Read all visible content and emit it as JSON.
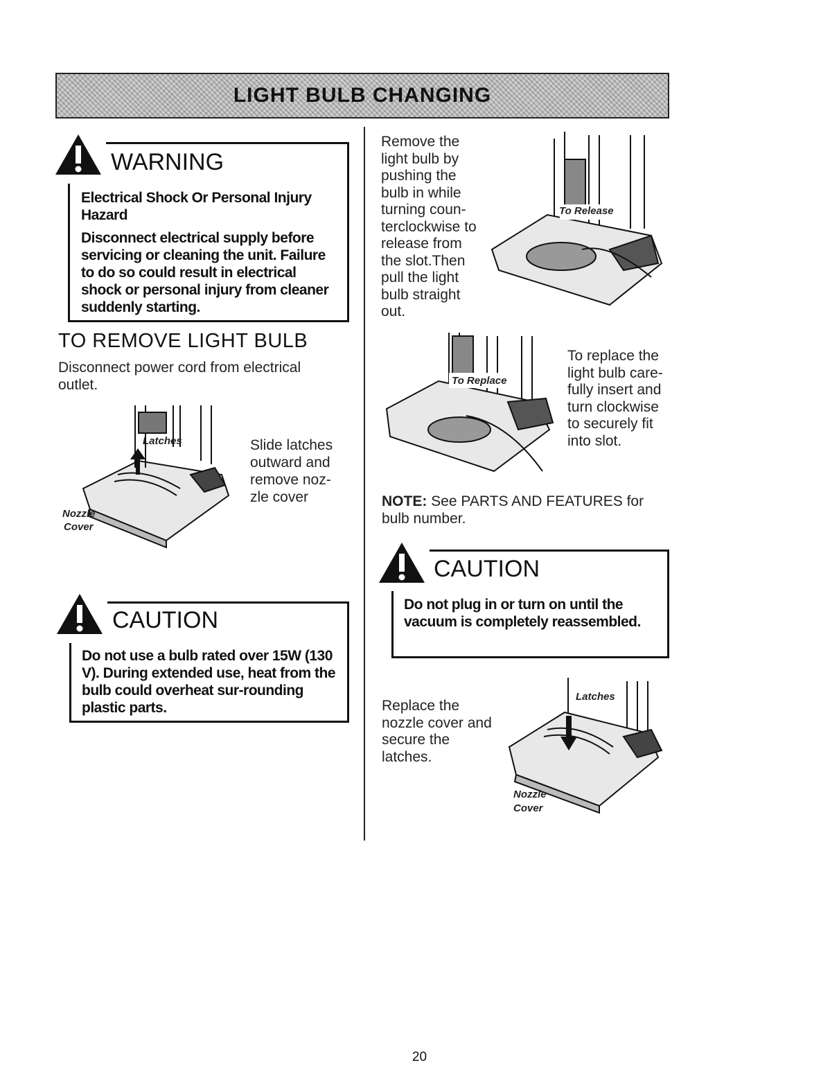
{
  "banner": {
    "title": "LIGHT BULB CHANGING"
  },
  "warning": {
    "title": "WARNING",
    "hazard": "Electrical Shock Or Personal Injury Hazard",
    "body": "Disconnect electrical supply before servicing or cleaning the unit. Failure to do so could result in electrical shock or personal injury from cleaner suddenly starting."
  },
  "remove": {
    "heading": "TO REMOVE LIGHT BULB",
    "intro": "Disconnect power cord from electrical outlet.",
    "slide_text": "Slide latches outward and remove noz-zle cover",
    "fig_latches": "Latches",
    "fig_nozzle": "Nozzle",
    "fig_cover": "Cover"
  },
  "caution_left": {
    "title": "CAUTION",
    "body": "Do not use a bulb rated over 15W (130 V). During extended use, heat from the bulb could overheat sur-rounding plastic parts."
  },
  "release": {
    "text": "Remove the light bulb by pushing the bulb in while turning coun-terclockwise to release from the slot.Then pull the light bulb straight out.",
    "fig_label": "To Release"
  },
  "replace": {
    "text": "To replace the light bulb care-fully insert and turn clockwise to securely fit into slot.",
    "fig_label": "To Replace"
  },
  "note": {
    "label": "NOTE:",
    "text": "See PARTS AND FEATURES for bulb number."
  },
  "caution_right": {
    "title": "CAUTION",
    "body": "Do not plug in or turn on until the vacuum is completely reassembled."
  },
  "reassemble": {
    "text": "Replace the nozzle cover and secure the latches.",
    "fig_latches": "Latches",
    "fig_nozzle": "Nozzle",
    "fig_cover": "Cover"
  },
  "page": {
    "number": "20"
  }
}
